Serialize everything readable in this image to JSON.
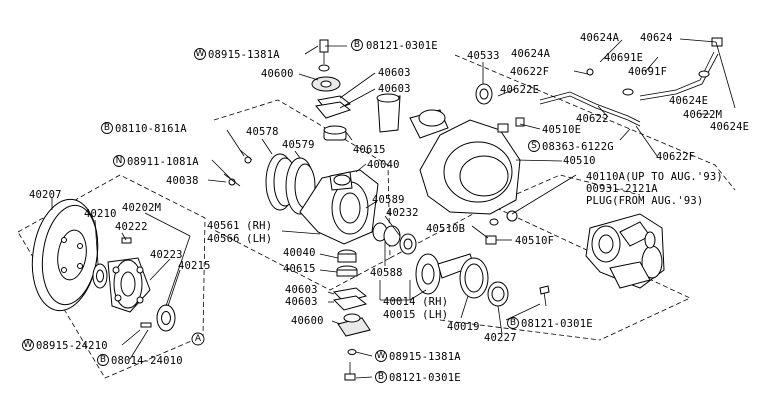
{
  "labels": {
    "p40624a": "40624A",
    "p40624": "40624",
    "p40624a_b": "40624A",
    "p40691e": "40691E",
    "p40691f": "40691F",
    "p40622f_a": "40622F",
    "p40624e_a": "40624E",
    "p40622m": "40622M",
    "p40624e_b": "40624E",
    "p40622e": "40622E",
    "p40622": "40622",
    "p40510e": "40510E",
    "p08363": "08363-6122G",
    "p40622f_b": "40622F",
    "p40510": "40510",
    "p40110a": "40110A(UP TO AUG.'93)",
    "p00931": "00931-2121A",
    "p_plug": "PLUG(FROM AUG.'93)",
    "p40533": "40533",
    "p08121_top": "08121-0301E",
    "p08915_top": "08915-1381A",
    "p40600_top": "40600",
    "p40603_a": "40603",
    "p40603_b": "40603",
    "p08110": "08110-8161A",
    "p40578": "40578",
    "p40579": "40579",
    "p40615_top": "40615",
    "p40040_top": "40040",
    "p08911": "08911-1081A",
    "p40038": "40038",
    "p40207": "40207",
    "p40210": "40210",
    "p40202m": "40202M",
    "p40222": "40222",
    "p40223": "40223",
    "p40215": "40215",
    "p40561": "40561 (RH)",
    "p40566": "40566 (LH)",
    "p40589": "40589",
    "p40232": "40232",
    "p40510b": "40510B",
    "p40510f": "40510F",
    "p40040_bot": "40040",
    "p40615_bot": "40615",
    "p40588": "40588",
    "p40603_c": "40603",
    "p40603_d": "40603",
    "p40014": "40014 (RH)",
    "p40015": "40015 (LH)",
    "p40600_bot": "40600",
    "p40019": "40019",
    "p40227": "40227",
    "p08121_right": "08121-0301E",
    "p08915_left": "08915-24210",
    "p08014": "08014-24010",
    "p08915_bot": "08915-1381A",
    "p08121_bot": "08121-0301E"
  },
  "circle_prefixes": {
    "w": "W",
    "b": "B",
    "n": "N",
    "s": "S",
    "a": "A"
  }
}
